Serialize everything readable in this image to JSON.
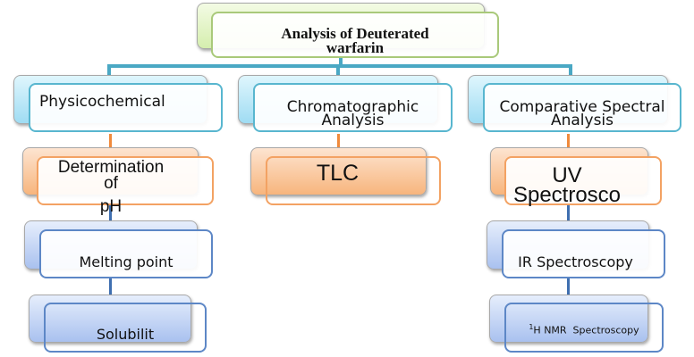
{
  "diagram": {
    "root": {
      "label": "Analysis of Deuterated warfarin",
      "line1": "Analysis of Deuterated",
      "line2": "warfarin"
    },
    "branches": [
      {
        "label": "Physicochemical",
        "children": [
          {
            "label": "Determination of pH",
            "line1": "Determination",
            "line2": "of",
            "line3": "pH"
          },
          {
            "label": "Melting point"
          },
          {
            "label": "Solubilit"
          }
        ]
      },
      {
        "label": "Chromatographic Analysis",
        "line1": "Chromatographic",
        "line2": "Analysis",
        "children": [
          {
            "label": "TLC"
          }
        ]
      },
      {
        "label": "Comparative Spectral Analysis",
        "line1": "Comparative Spectral",
        "line2": "Analysis",
        "children": [
          {
            "label": "UV Spectrosco",
            "line1": "UV",
            "line2": "Spectrosco"
          },
          {
            "label": "IR Spectroscopy"
          },
          {
            "label": "1H NMR Spectroscopy",
            "sup": "1",
            "text": "H NMR  Spectroscopy"
          }
        ]
      }
    ],
    "colors": {
      "root": "#a9c97a",
      "level1": "#58b6cf",
      "level2_orange": "#f3a263",
      "level3_blue": "#5d87c6",
      "connector_top": "#4aa8c4",
      "connector_orange": "#f08a3c",
      "connector_blue": "#3f6fb0"
    }
  }
}
